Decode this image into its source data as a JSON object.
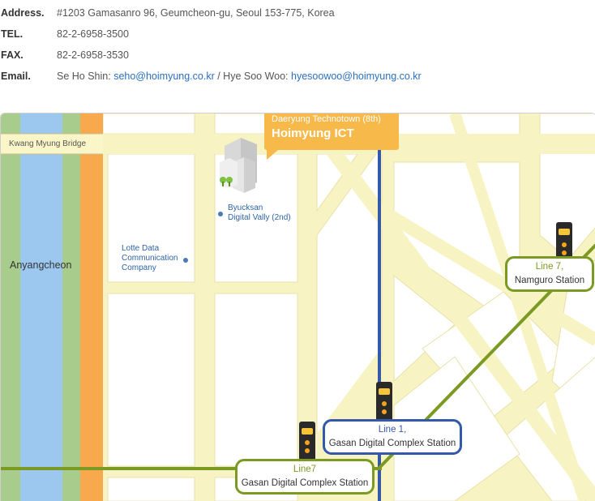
{
  "contact": {
    "address_label": "Address.",
    "address_value": "#1203 Gamasanro 96, Geumcheon-gu, Seoul 153-775, Korea",
    "tel_label": "TEL.",
    "tel_value": "82-2-6958-3500",
    "fax_label": "FAX.",
    "fax_value": "82-2-6958-3530",
    "email_label": "Email.",
    "email_name1": "Se Ho Shin: ",
    "email_link1": "seho@hoimyung.co.kr",
    "email_sep": " / Hye Soo Woo: ",
    "email_link2": "hyesoowoo@hoimyung.co.kr"
  },
  "map": {
    "bridge_label": "Kwang Myung Bridge",
    "river_label": "Anyangcheon",
    "callout_small": "Daeryung Technotown (8th)",
    "callout_big": "Hoimyung ICT",
    "poi_byucksan_1": "Byucksan",
    "poi_byucksan_2": "Digital Vally (2nd)",
    "poi_lotte_1": "Lotte Data",
    "poi_lotte_2": "Communication",
    "poi_lotte_3": "Company",
    "station_namguro_line": "Line 7,",
    "station_namguro_name": "Namguro Station",
    "station_gasan_l1_line": "Line 1,",
    "station_gasan_l1_name": "Gasan Digital Complex Station",
    "station_gasan_l7_line": "Line7",
    "station_gasan_l7_name": "Gasan Digital Complex Station",
    "colors": {
      "road": "#f7f3c3",
      "road_edge": "#e4dd9a",
      "river": "#9cc8f0",
      "greenbelt": "#a7cc8c",
      "orange_road": "#f8a94e",
      "line1": "#3459a8",
      "line7": "#7b9a23",
      "callout": "#f6b94a"
    }
  }
}
